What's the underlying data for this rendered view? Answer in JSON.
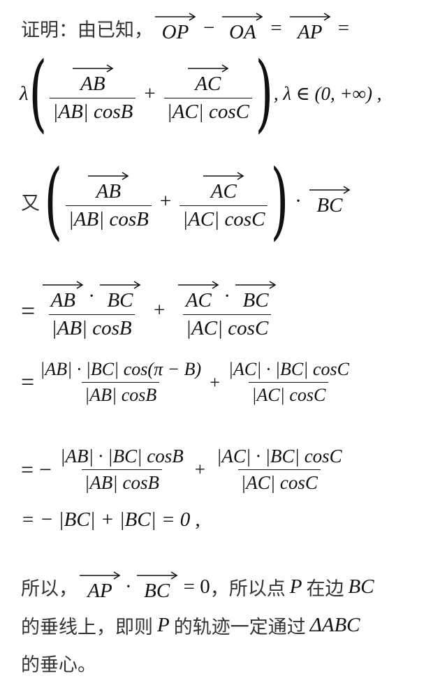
{
  "intro_label": "证明：由已知，",
  "line1": {
    "op_minus": "−",
    "op_eq": "=",
    "OP": "OP",
    "OA": "OA",
    "AP": "AP"
  },
  "line2": {
    "lambda": "λ",
    "AB": "AB",
    "AC": "AC",
    "den1": "|AB| cosB",
    "den2": "|AC| cosC",
    "plus": "+",
    "range": ", λ ∈ (0, +∞) ,"
  },
  "line3": {
    "you": "又",
    "AB": "AB",
    "AC": "AC",
    "BC": "BC",
    "den1": "|AB| cosB",
    "den2": "|AC| cosC",
    "plus": "+",
    "dot": "·"
  },
  "line4": {
    "eq": "=",
    "AB": "AB",
    "BC": "BC",
    "AC": "AC",
    "BC2": "BC",
    "dot": "·",
    "den1": "|AB| cosB",
    "den2": "|AC| cosC",
    "plus": "+"
  },
  "line5": {
    "eq": "=",
    "num1": "|AB| · |BC| cos(π − B)",
    "den1": "|AB| cosB",
    "num2": "|AC| · |BC| cosC",
    "den2": "|AC| cosC",
    "plus": "+"
  },
  "line6": {
    "eq": "= −",
    "num1": "|AB| · |BC| cosB",
    "den1": "|AB| cosB",
    "num2": "|AC| · |BC| cosC",
    "den2": "|AC| cosC",
    "plus": "+"
  },
  "line7": {
    "text": "= − |BC| + |BC| = 0 ,"
  },
  "conclusion": {
    "prefix": "所以，",
    "AP": "AP",
    "BC": "BC",
    "dot": "·",
    "eq0": "= 0",
    "mid": "，所以点",
    "P": "P",
    "after_P": "在边",
    "BC_side": "BC",
    "line2_a": "的垂线上，即则",
    "P2": "P",
    "line2_b": "的轨迹一定通过",
    "triangle": "ΔABC",
    "line3": "的垂心。"
  }
}
